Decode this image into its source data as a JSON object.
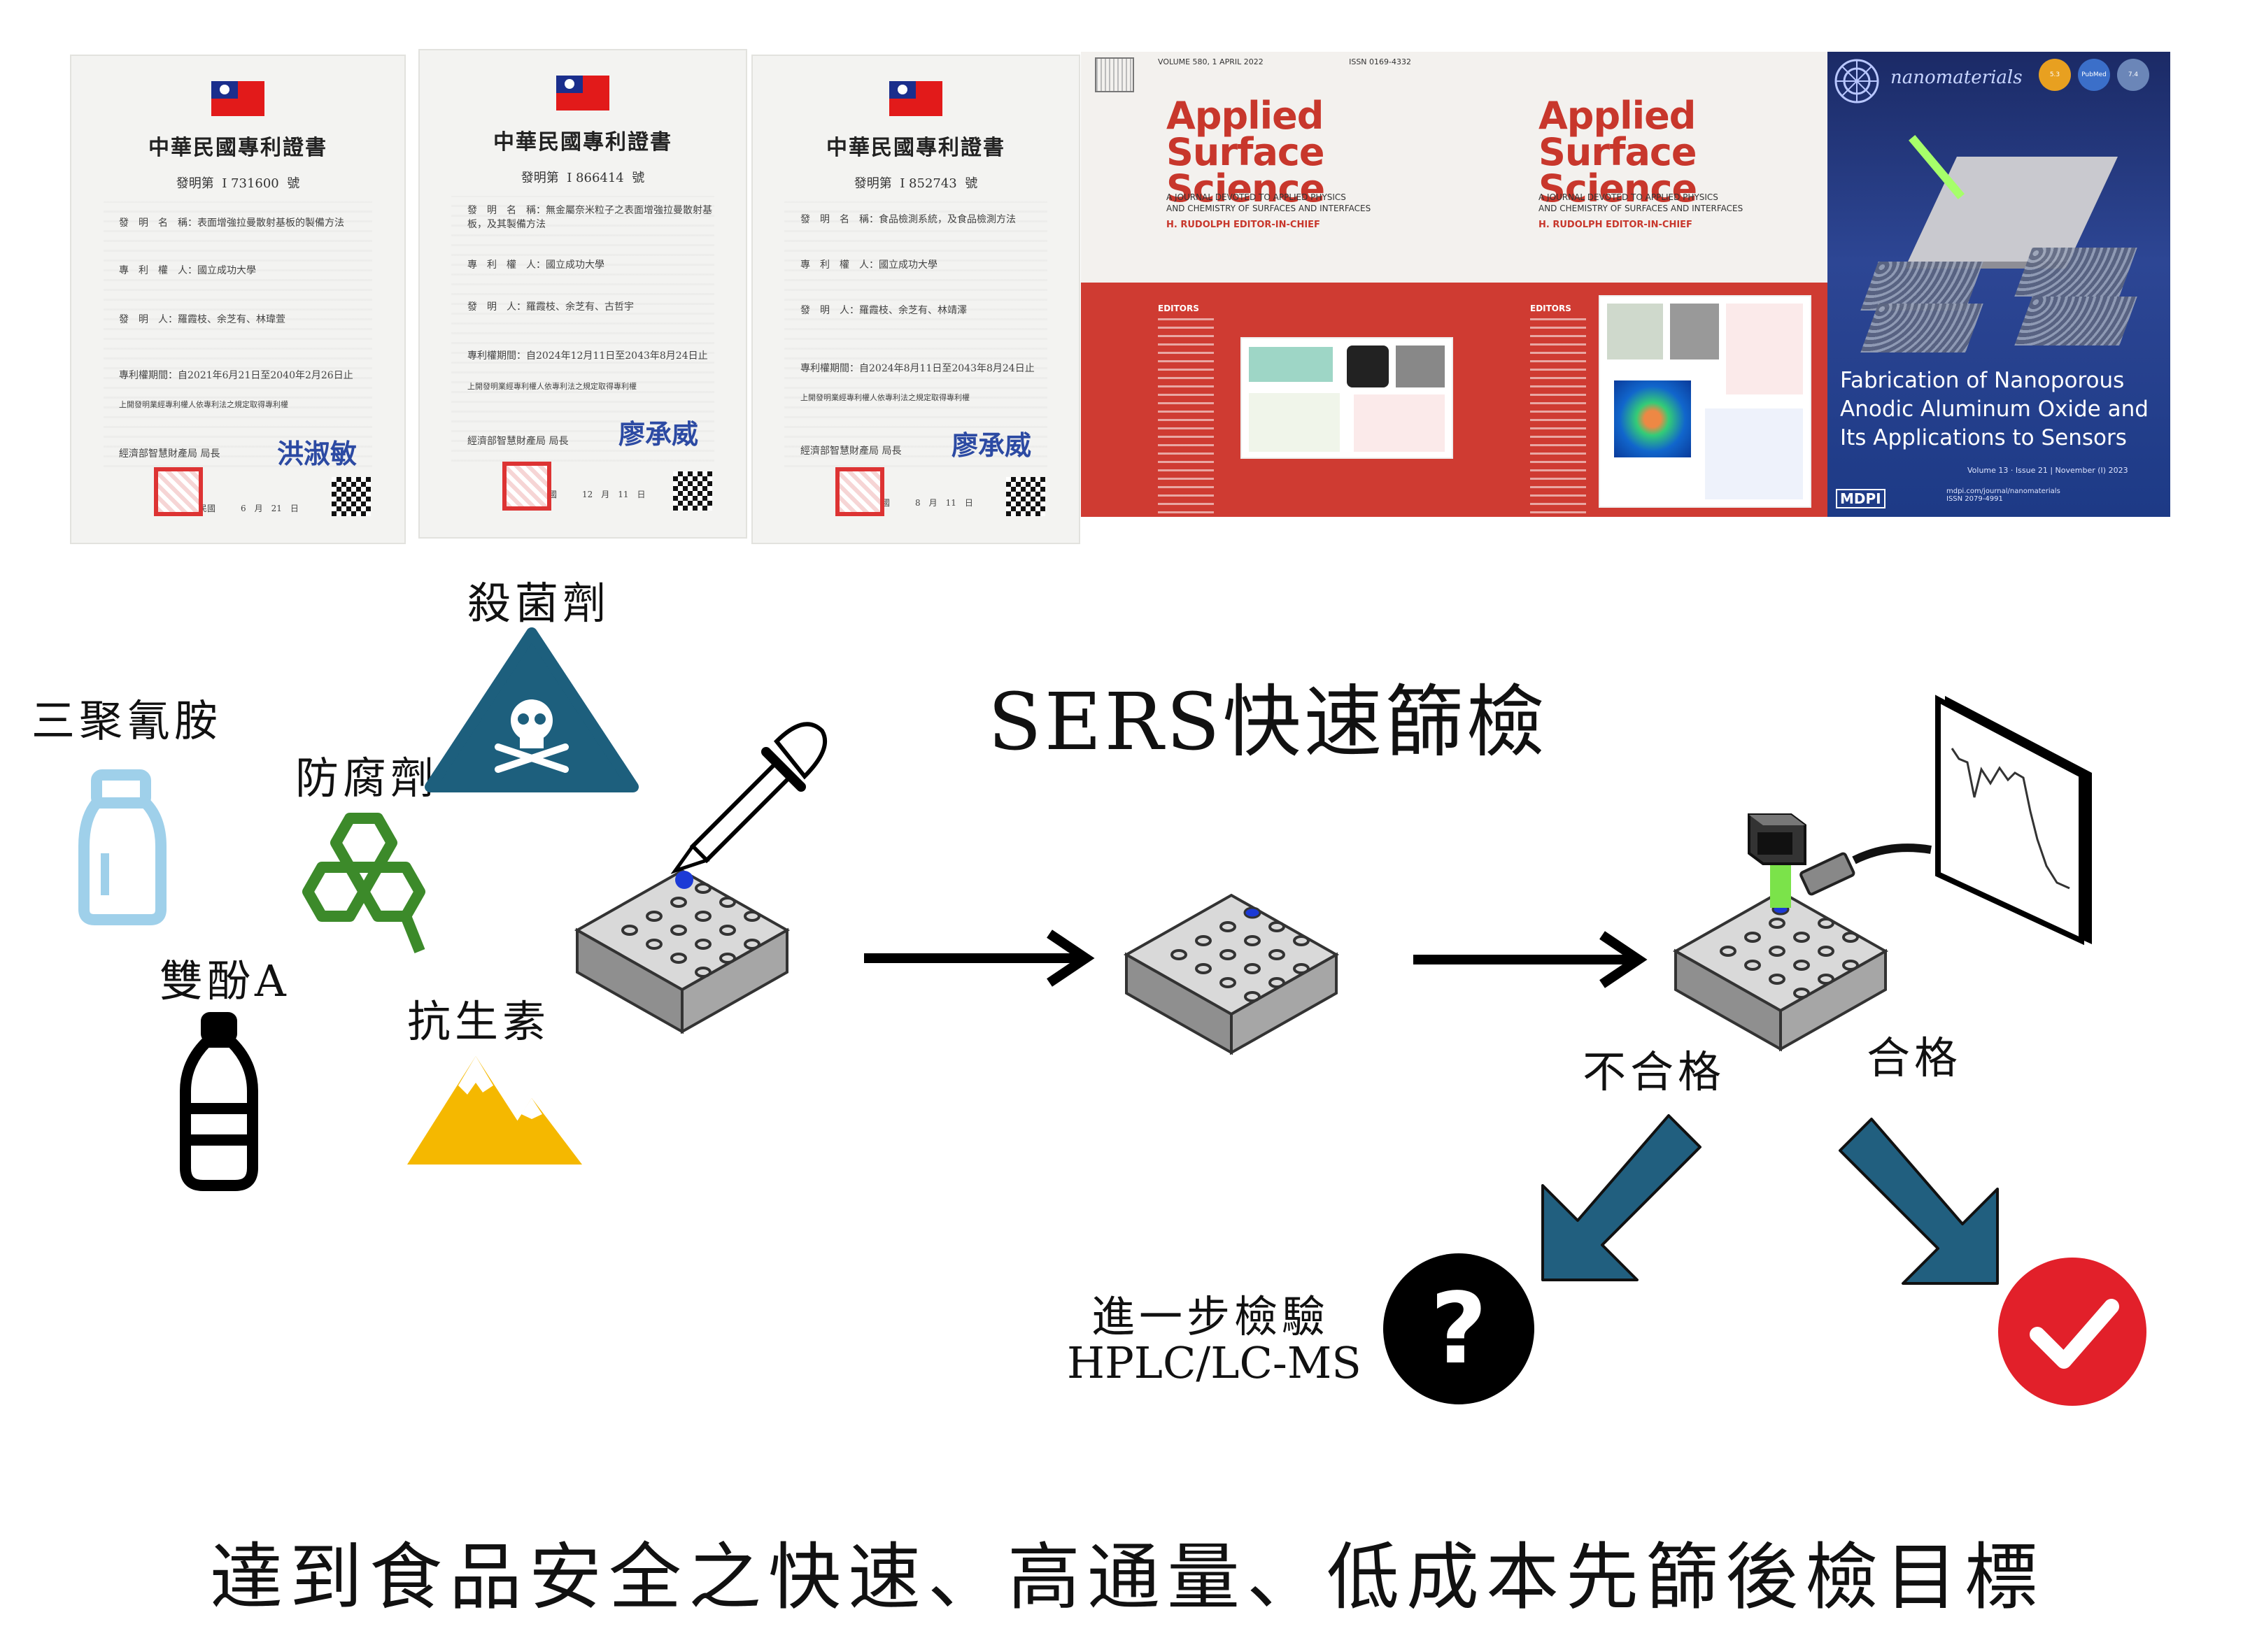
{
  "patents": [
    {
      "title": "中華民國專利證書",
      "number_label": "發明第",
      "number": "I 731600",
      "number_suffix": "號",
      "lines": [
        "發　明　名　稱：表面增強拉曼散射基板的製備方法",
        "專　利　權　人：國立成功大學",
        "發　明　人：羅霞枝、余芝有、林瑋萱",
        "專利權期間：自2021年6月21日至2040年2月26日止",
        "上開發明業經專利權人依專利法之規定取得專利權"
      ],
      "office": "經濟部智慧財產局 局長",
      "signature": "洪淑敏",
      "date_line": "中華民國　　　6　月　21　日"
    },
    {
      "title": "中華民國專利證書",
      "number_label": "發明第",
      "number": "I 866414",
      "number_suffix": "號",
      "lines": [
        "發　明　名　稱：無金屬奈米粒子之表面增強拉曼散射基板，及其製備方法",
        "專　利　權　人：國立成功大學",
        "發　明　人：羅霞枝、余芝有、古哲宇",
        "專利權期間：自2024年12月11日至2043年8月24日止",
        "上開發明業經專利權人依專利法之規定取得專利權"
      ],
      "office": "經濟部智慧財產局 局長",
      "signature": "廖承威",
      "date_line": "中華民國　　　12　月　11　日"
    },
    {
      "title": "中華民國專利證書",
      "number_label": "發明第",
      "number": "I 852743",
      "number_suffix": "號",
      "lines": [
        "發　明　名　稱：食品檢測系統，及食品檢測方法",
        "專　利　權　人：國立成功大學",
        "發　明　人：羅霞枝、余芝有、林靖澤",
        "專利權期間：自2024年8月11日至2043年8月24日止",
        "上開發明業經專利權人依專利法之規定取得專利權"
      ],
      "office": "經濟部智慧財產局 局長",
      "signature": "廖承威",
      "date_line": "中華民國　　　8　月　11　日"
    }
  ],
  "covers": [
    {
      "journal_line1": "Applied",
      "journal_line2": "Surface Science",
      "volume": "VOLUME 580, 1 APRIL 2022",
      "issn": "ISSN 0169-4332",
      "subtitle_line1": "A JOURNAL DEVOTED TO APPLIED PHYSICS",
      "subtitle_line2": "AND CHEMISTRY OF SURFACES AND INTERFACES",
      "editor": "H. RUDOLPH EDITOR-IN-CHIEF",
      "editors_heading": "EDITORS"
    },
    {
      "journal_line1": "Applied",
      "journal_line2": "Surface Science",
      "subtitle_line1": "A JOURNAL DEVOTED TO APPLIED PHYSICS",
      "subtitle_line2": "AND CHEMISTRY OF SURFACES AND INTERFACES",
      "editor": "H. RUDOLPH EDITOR-IN-CHIEF",
      "editors_heading": "EDITORS"
    }
  ],
  "nano_cover": {
    "journal": "nanomaterials",
    "badges": [
      "5.3",
      "PubMed",
      "7.4"
    ],
    "title_line1": "Fabrication of Nanoporous",
    "title_line2": "Anodic Aluminum Oxide and",
    "title_line3": "Its Applications to Sensors",
    "volume_line": "Volume 13 · Issue 21 | November (I) 2023",
    "publisher": "MDPI",
    "site_line1": "mdpi.com/journal/nanomaterials",
    "site_line2": "ISSN 2079-4991"
  },
  "diagram": {
    "contaminants": {
      "melamine": "三聚氰胺",
      "preservative": "防腐劑",
      "fungicide": "殺菌劑",
      "bisphenol_a": "雙酚A",
      "antibiotic": "抗生素"
    },
    "sers_title": "SERS快速篩檢",
    "fail_label": "不合格",
    "pass_label": "合格",
    "further_test": "進一步檢驗",
    "hplc": "HPLC/LC-MS",
    "question_mark": "?",
    "conclusion": "達到食品安全之快速、高通量、低成本先篩後檢目標"
  },
  "colors": {
    "melamine_bottle": "#9fd0ea",
    "preservative_hex": "#3c8a2a",
    "fungicide_triangle": "#1d5f7d",
    "antibiotic_mountain": "#f5b800",
    "flow_arrow_blue": "#215f7f",
    "pass_red": "#e2202a",
    "laser_green": "#7be34a",
    "drop_blue": "#1c3ad6"
  }
}
